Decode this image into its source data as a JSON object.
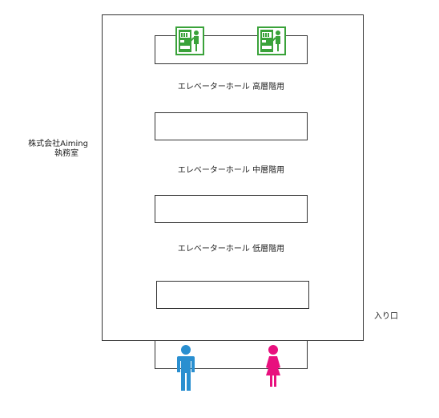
{
  "floorplan": {
    "office_label_line1": "株式会社Aiming",
    "office_label_line2": "執務室",
    "elevator_high": "エレベーターホール 高層階用",
    "elevator_mid": "エレベーターホール 中層階用",
    "elevator_low": "エレベーターホール 低層階用",
    "entrance": "入り口"
  },
  "icons": {
    "vending_machine": "vending-machine-icon",
    "restroom_men": "restroom-men-icon",
    "restroom_women": "restroom-women-icon"
  },
  "colors": {
    "vending_green": "#3aa23a",
    "men_blue": "#2a8fd0",
    "women_pink": "#e8107e",
    "outline": "#333333"
  }
}
